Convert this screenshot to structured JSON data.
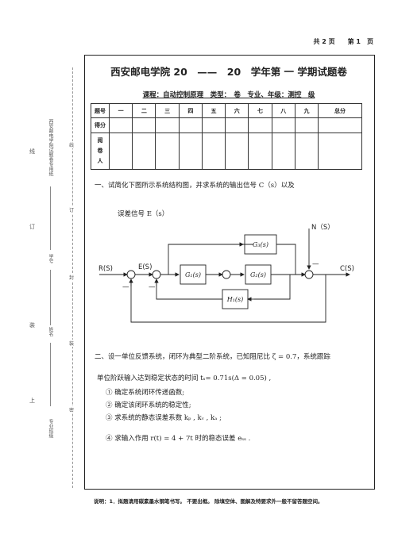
{
  "page_info": "共 2 页　　第 1　页",
  "title": "西安邮电学院 20　——　20　学年第 一 学期试题卷",
  "course_line": "课程：自动控制原理　类型：_卷　专业、年级：测控　级",
  "score_table": {
    "headers": [
      "题号",
      "一",
      "二",
      "三",
      "四",
      "五",
      "六",
      "七",
      "八",
      "九",
      "总分"
    ],
    "row2_label": "得分",
    "row3_label": "阅卷人"
  },
  "q1": {
    "line1": "一、试简化下图所示系统结构图，并求系统的输出信号 C（s）以及",
    "line2": "误差信号 E（s）"
  },
  "diagram": {
    "N": "N（S）",
    "R": "R(S)",
    "E": "E(S)",
    "C": "C(S)",
    "G1": "G₁(s)",
    "G2": "G₂(s)",
    "G3": "G₃(s)",
    "H1": "H₁(s)",
    "minus": "—"
  },
  "q2": {
    "line1": "二、设一单位反馈系统，闭环为典型二阶系统，已知阻尼比 ζ = 0.7，系统跟踪",
    "line2": "单位阶跃输入达到稳定状态的时间 tₛ= 0.71s(Δ = 0.05) ,",
    "items": [
      "① 确定系统闭环传递函数;",
      "② 确定该闭环系统的稳定性;",
      "③ 求系统的静态误差系数 kₚ , kᵥ , kₐ ;",
      "④ 求输入作用 r(t) = 4 + 7t 时的稳态误差 eₛₛ ."
    ]
  },
  "note": "说明：1．拟题请用碳素墨水钢笔书写。 不要出框。 除填空体、图解及特要求外一般不留答题空间。",
  "side": {
    "xian": "线",
    "ding": "订",
    "zhuang": "装",
    "shang": "上",
    "paper_label": "西安邮电学院试题卷专用纸",
    "xuehao": "学号",
    "xingming": "姓名",
    "zhuanye": "专业班级",
    "seal_fold": "线",
    "seal_ding": "订",
    "seal_zhuang": "装",
    "seal_feng": "封",
    "seal_mi": "密"
  }
}
